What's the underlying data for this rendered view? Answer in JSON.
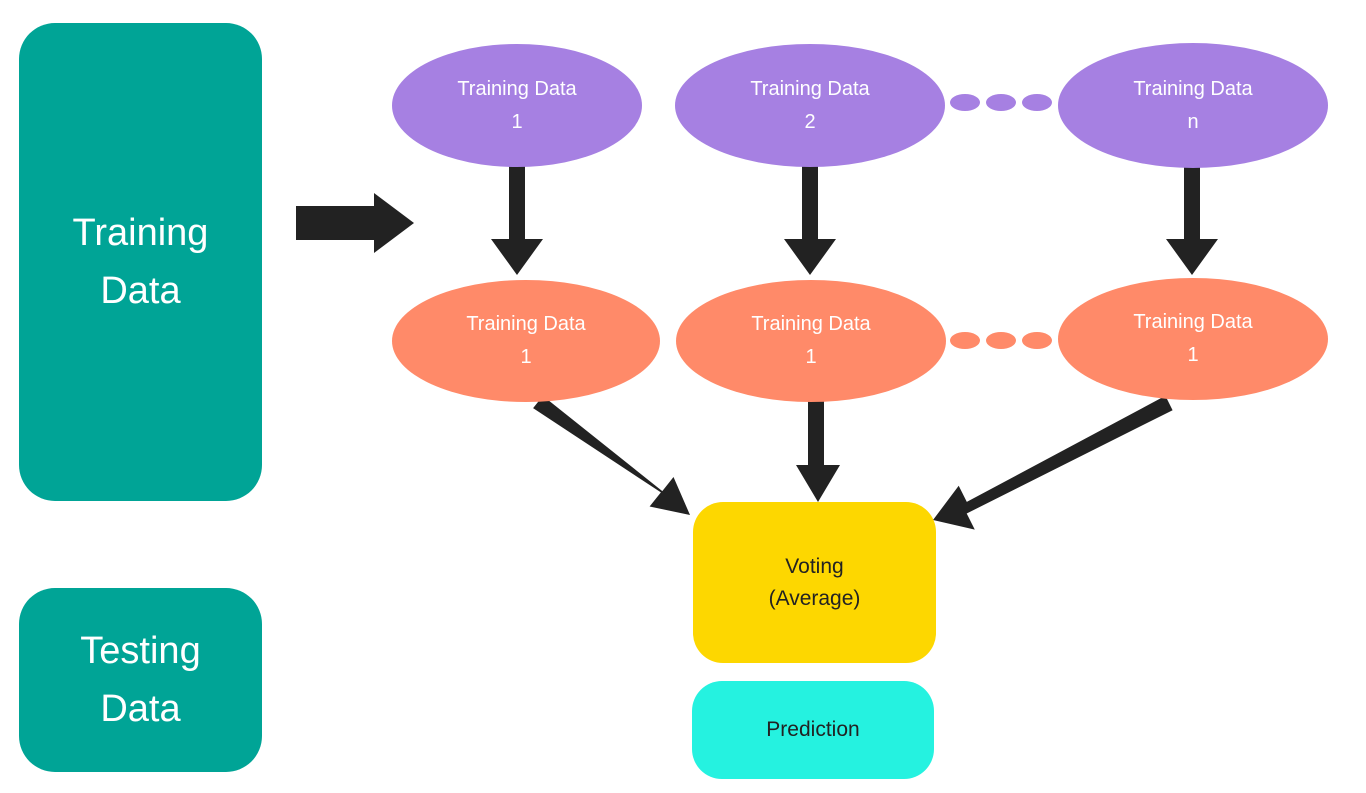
{
  "colors": {
    "teal": "#00a496",
    "purple": "#a680e2",
    "orange": "#ff8a69",
    "yellow": "#fdd700",
    "cyan": "#25f2e0",
    "arrow": "#222222"
  },
  "left": {
    "training": {
      "line1": "Training",
      "line2": "Data"
    },
    "testing": {
      "line1": "Testing",
      "line2": "Data"
    }
  },
  "top_row": [
    {
      "line1": "Training Data",
      "line2": "1"
    },
    {
      "line1": "Training Data",
      "line2": "2"
    },
    {
      "line1": "Training Data",
      "line2": "n"
    }
  ],
  "middle_row": [
    {
      "line1": "Training Data",
      "line2": "1"
    },
    {
      "line1": "Training Data",
      "line2": "1"
    },
    {
      "line1": "Training Data",
      "line2": "1"
    }
  ],
  "voting": {
    "line1": "Voting",
    "line2": "(Average)"
  },
  "prediction": {
    "label": "Prediction"
  }
}
